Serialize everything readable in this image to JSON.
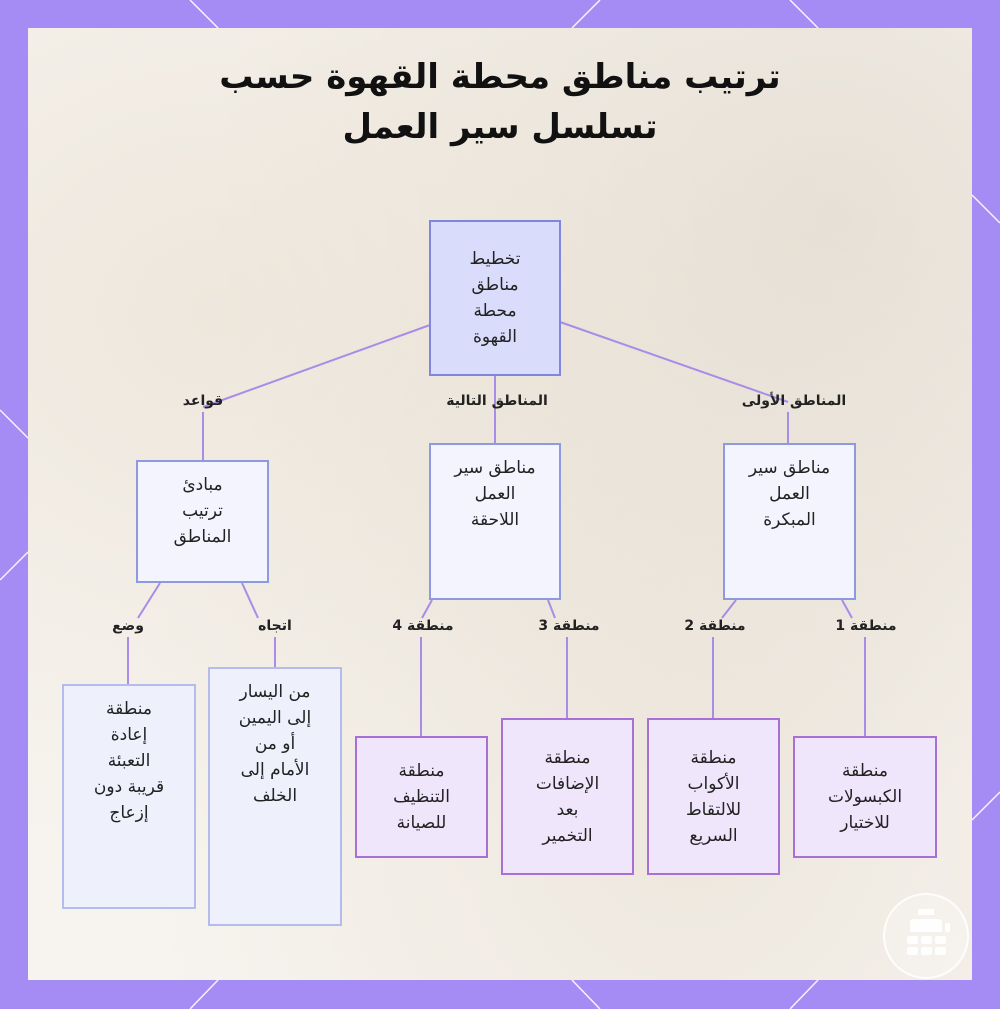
{
  "title": {
    "line1": "ترتيب مناطق محطة القهوة حسب",
    "line2": "تسلسل سير العمل"
  },
  "nodes": {
    "root": "تخطيط\nمناطق\nمحطة\nالقهوة",
    "early": "مناطق سير\nالعمل\nالمبكرة",
    "later": "مناطق سير\nالعمل\nاللاحقة",
    "principles": "مبادئ\nترتيب\nالمناطق",
    "zone1": "منطقة\nالكبسولات\nللاختيار",
    "zone2": "منطقة\nالأكواب\nللالتقاط\nالسريع",
    "zone3": "منطقة\nالإضافات\nبعد\nالتخمير",
    "zone4": "منطقة\nالتنظيف\nللصيانة",
    "direction": "من اليسار\nإلى اليمين\nأو من\nالأمام إلى\nالخلف",
    "placement": "منطقة\nإعادة\nالتعبئة\nقريبة دون\nإزعاج"
  },
  "edges": {
    "first_zones": "المناطق الأولى",
    "next_zones": "المناطق التالية",
    "rules": "قواعد",
    "zone1": "منطقة 1",
    "zone2": "منطقة 2",
    "zone3": "منطقة 3",
    "zone4": "منطقة 4",
    "direction": "اتجاه",
    "placement": "وضع"
  },
  "colors": {
    "frame": "#a58cf5",
    "edge_line": "#a98be8",
    "root_fill": "#d9dcfb",
    "leaf_purple_border": "#a86fd6"
  },
  "icons": {
    "logo": "coffee-machine-icon"
  }
}
